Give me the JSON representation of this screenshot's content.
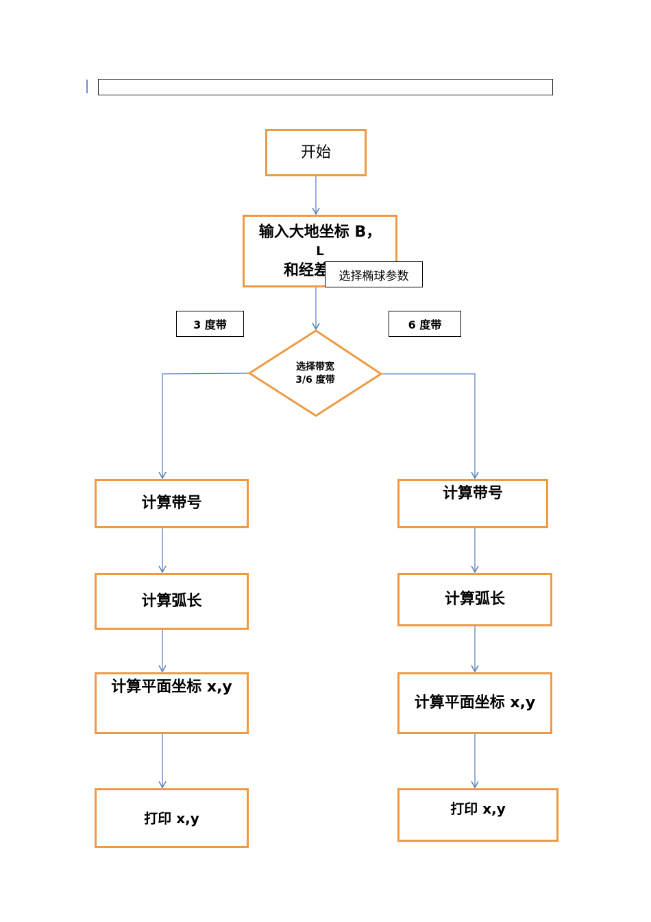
{
  "header": {
    "empty_field": ""
  },
  "nodes": {
    "start": "开始",
    "input_line1": "输入大地坐标 B，",
    "input_line2": "L",
    "input_line3": "和经差",
    "ellipsoid": "选择椭球参数",
    "band3": "3 度带",
    "band6": "6 度带",
    "decision_line1": "选择带宽",
    "decision_line2": "3/6 度带",
    "left": {
      "zone": "计算带号",
      "arc": "计算弧长",
      "plane": "计算平面坐标 x,y",
      "print": "打印 x,y"
    },
    "right": {
      "zone": "计算带号",
      "arc": "计算弧长",
      "plane": "计算平面坐标 x,y",
      "print": "打印 x,y"
    }
  },
  "colors": {
    "box_border": "#ED9A43",
    "connector": "#5B84BE"
  }
}
